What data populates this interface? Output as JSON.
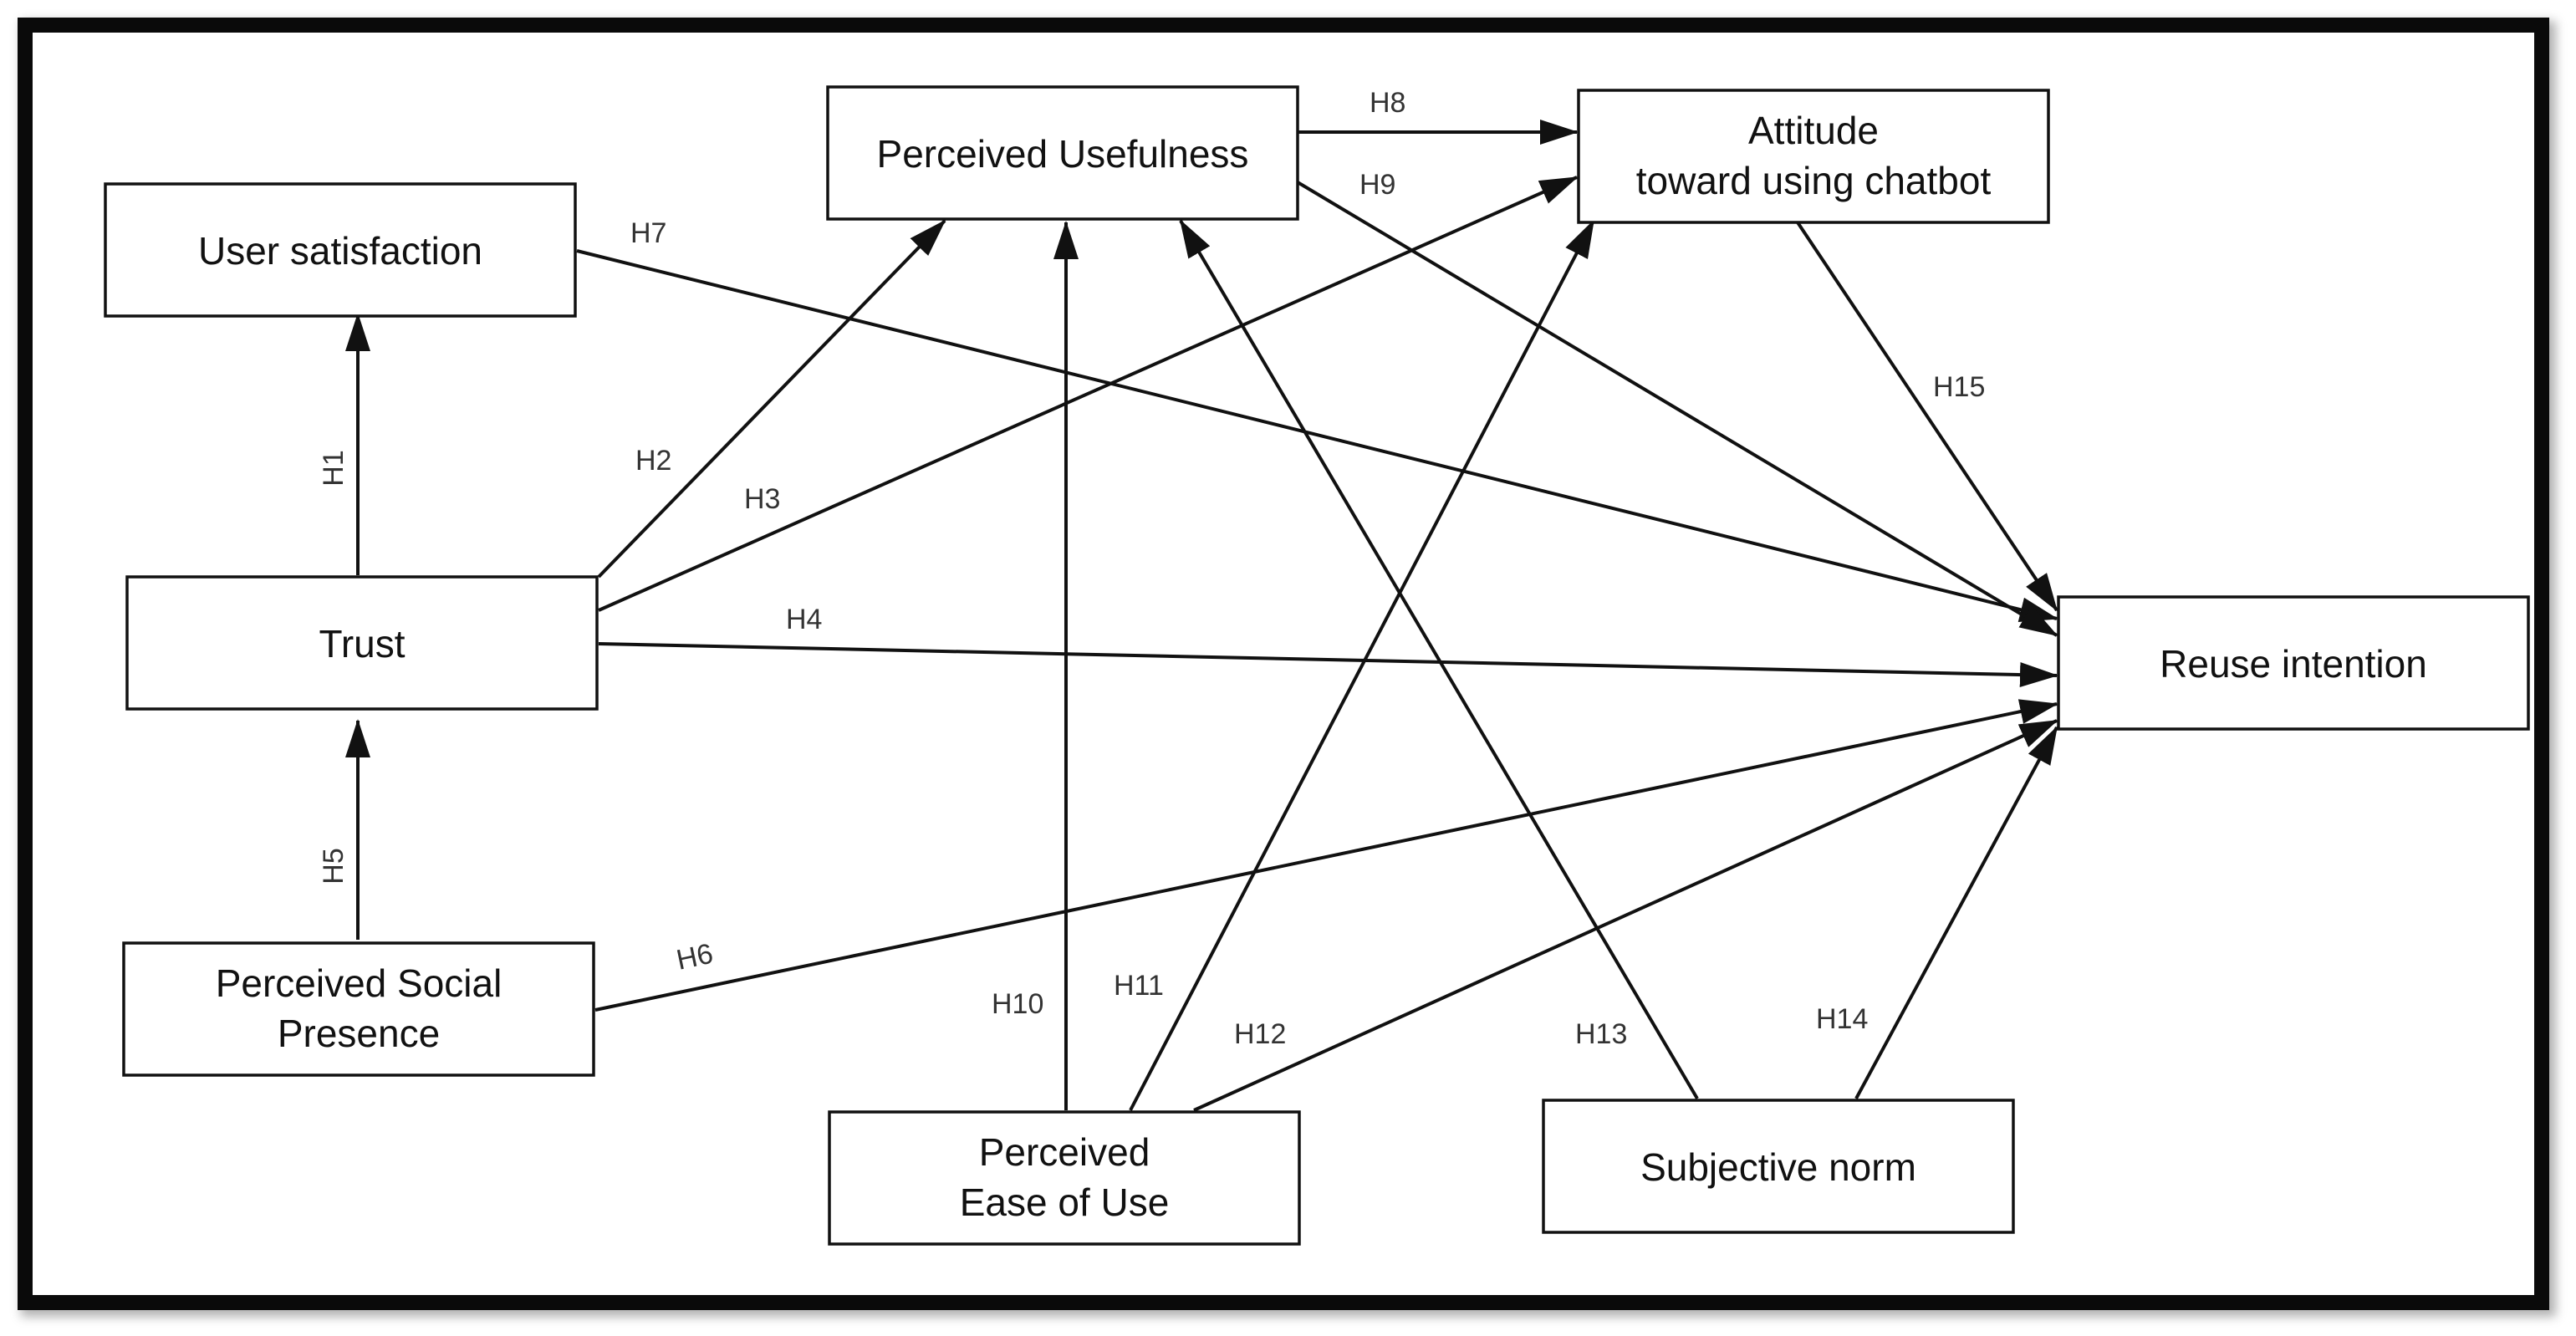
{
  "diagram": {
    "type": "path-model",
    "constructs": {
      "user_satisfaction": {
        "lines": [
          "User satisfaction"
        ]
      },
      "trust": {
        "lines": [
          "Trust"
        ]
      },
      "perceived_social_presence": {
        "lines": [
          "Perceived Social",
          "Presence"
        ]
      },
      "perceived_usefulness": {
        "lines": [
          "Perceived Usefulness"
        ]
      },
      "attitude": {
        "lines": [
          "Attitude",
          "toward using chatbot"
        ]
      },
      "reuse_intention": {
        "lines": [
          "Reuse intention"
        ]
      },
      "perceived_ease_of_use": {
        "lines": [
          "Perceived",
          "Ease of Use"
        ]
      },
      "subjective_norm": {
        "lines": [
          "Subjective norm"
        ]
      }
    },
    "hypotheses": [
      {
        "id": "H1",
        "from": "trust",
        "to": "user_satisfaction"
      },
      {
        "id": "H2",
        "from": "trust",
        "to": "perceived_usefulness"
      },
      {
        "id": "H3",
        "from": "trust",
        "to": "attitude"
      },
      {
        "id": "H4",
        "from": "trust",
        "to": "reuse_intention"
      },
      {
        "id": "H5",
        "from": "perceived_social_presence",
        "to": "trust"
      },
      {
        "id": "H6",
        "from": "perceived_social_presence",
        "to": "reuse_intention"
      },
      {
        "id": "H7",
        "from": "user_satisfaction",
        "to": "reuse_intention"
      },
      {
        "id": "H8",
        "from": "perceived_usefulness",
        "to": "attitude"
      },
      {
        "id": "H9",
        "from": "perceived_usefulness",
        "to": "reuse_intention"
      },
      {
        "id": "H10",
        "from": "perceived_ease_of_use",
        "to": "perceived_usefulness"
      },
      {
        "id": "H11",
        "from": "perceived_ease_of_use",
        "to": "attitude"
      },
      {
        "id": "H12",
        "from": "perceived_ease_of_use",
        "to": "reuse_intention"
      },
      {
        "id": "H13",
        "from": "subjective_norm",
        "to": "perceived_usefulness"
      },
      {
        "id": "H14",
        "from": "subjective_norm",
        "to": "reuse_intention"
      },
      {
        "id": "H15",
        "from": "attitude",
        "to": "reuse_intention"
      }
    ]
  }
}
